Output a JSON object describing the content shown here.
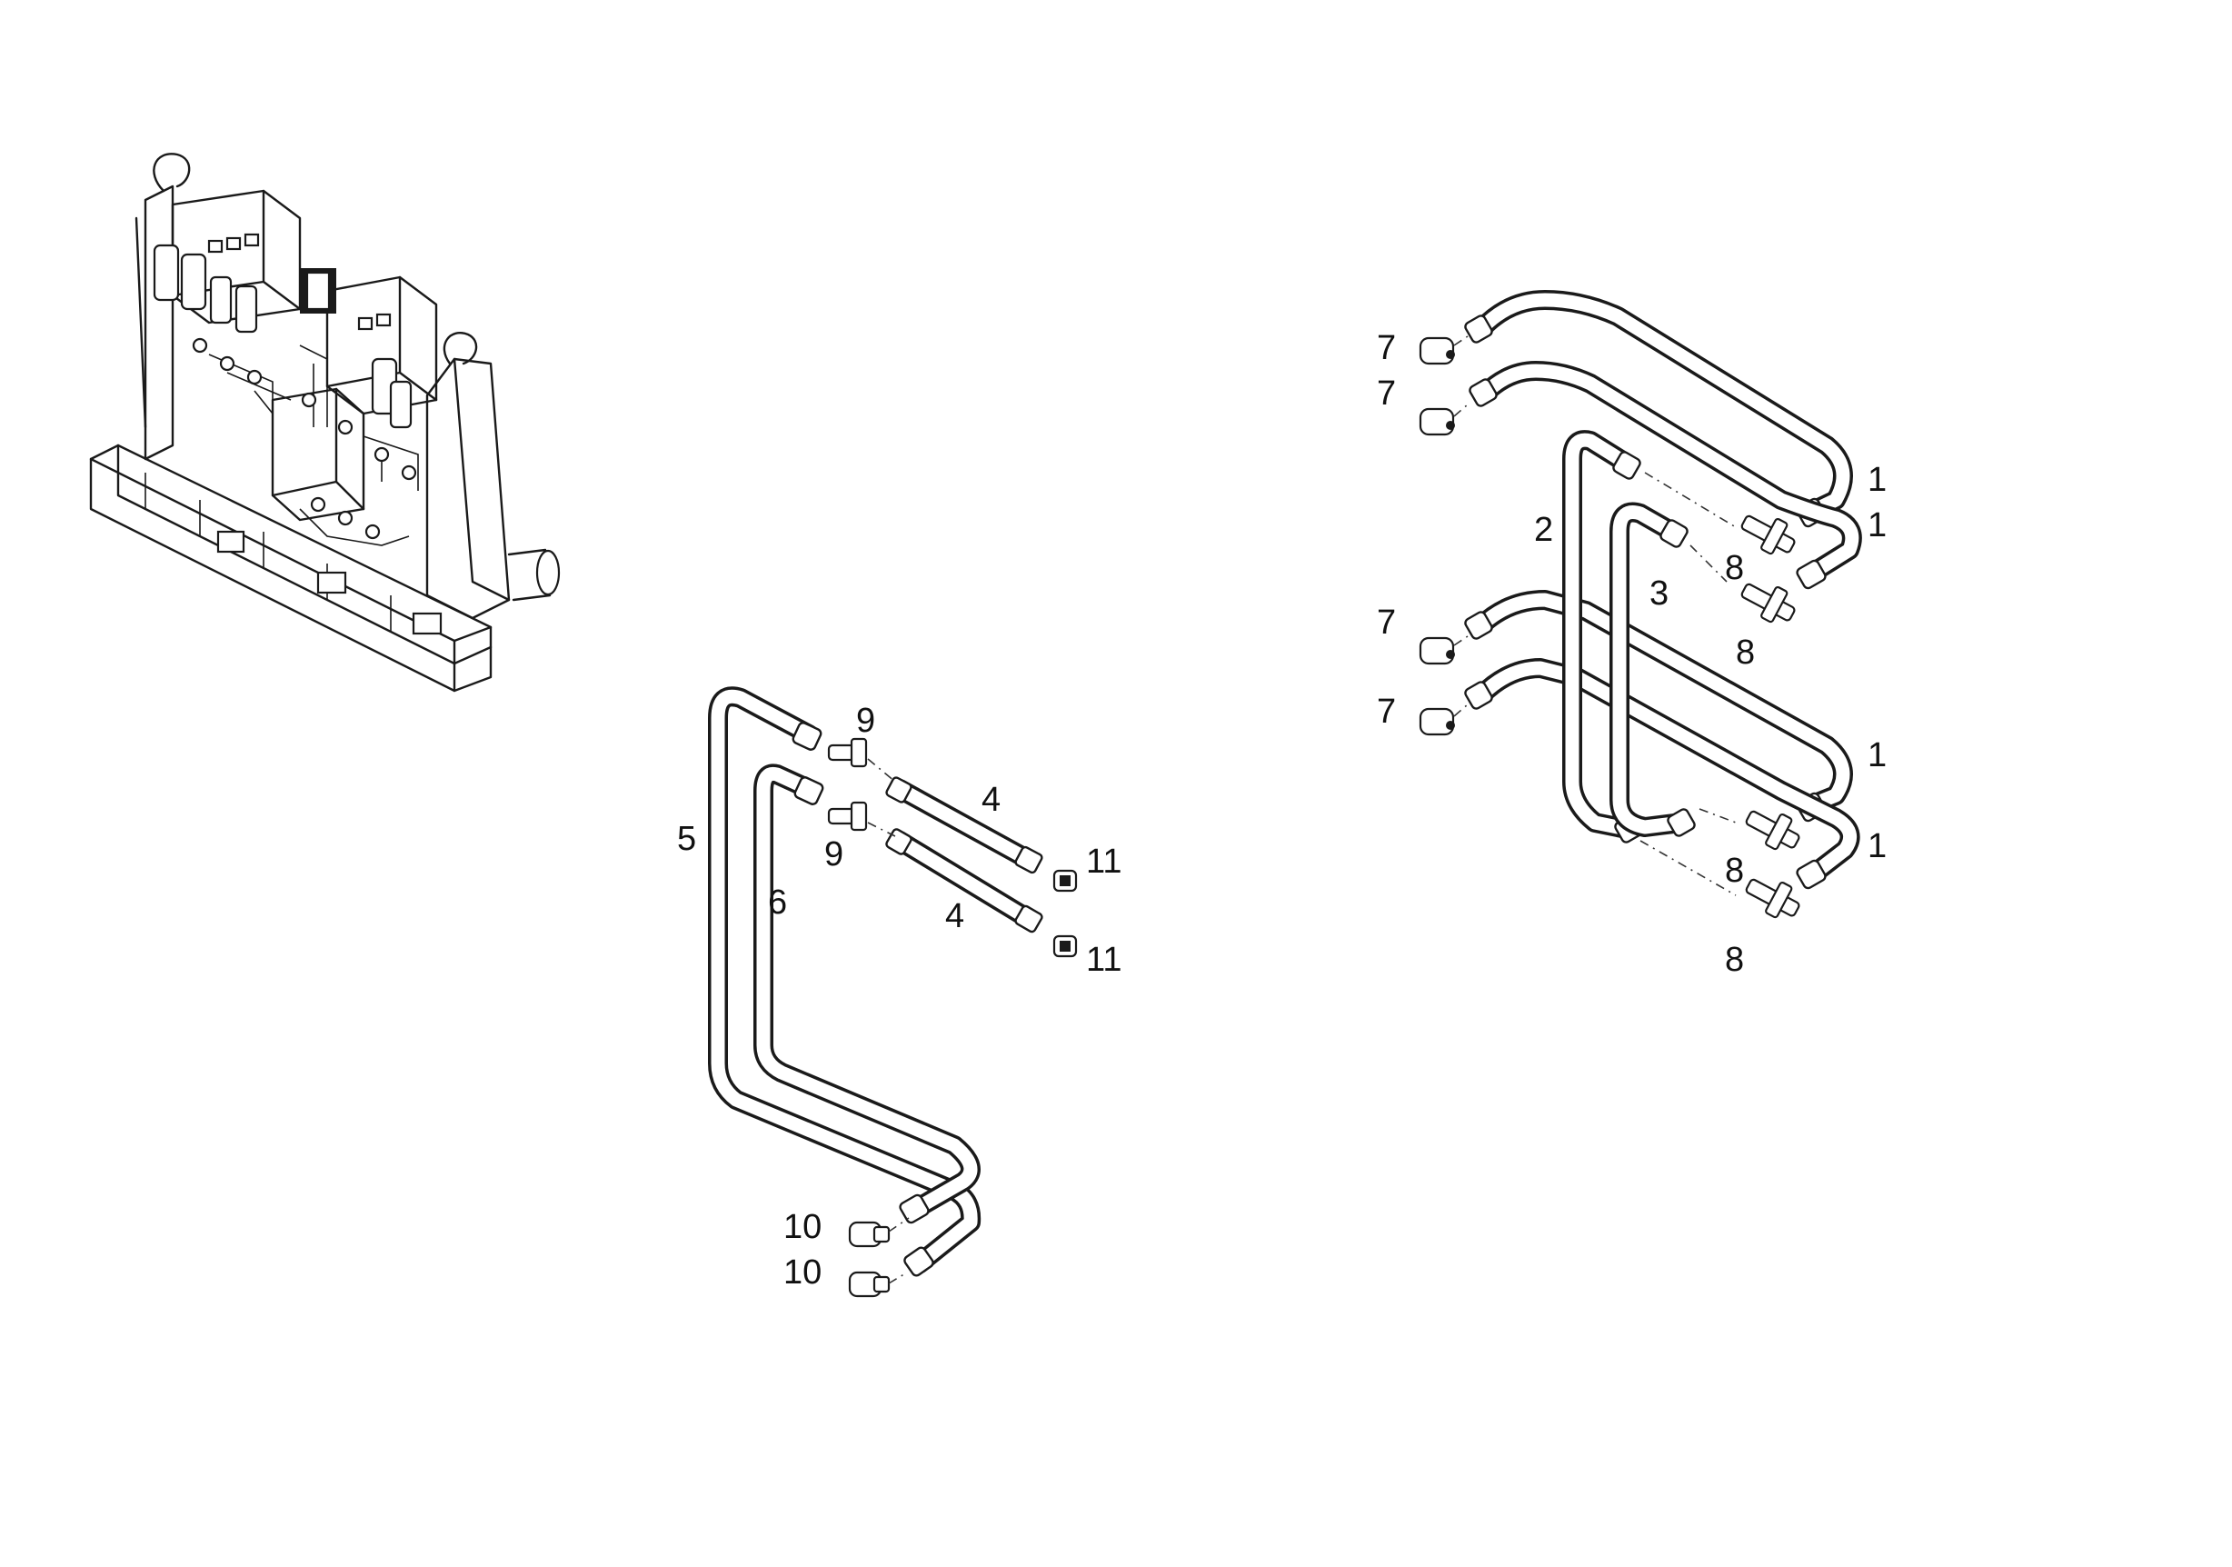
{
  "diagram": {
    "callouts": {
      "c1a": "1",
      "c1b": "1",
      "c1c": "1",
      "c1d": "1",
      "c2": "2",
      "c3": "3",
      "c4a": "4",
      "c4b": "4",
      "c5": "5",
      "c6": "6",
      "c7a": "7",
      "c7b": "7",
      "c7c": "7",
      "c7d": "7",
      "c8a": "8",
      "c8b": "8",
      "c8c": "8",
      "c8d": "8",
      "c9a": "9",
      "c9b": "9",
      "c10a": "10",
      "c10b": "10",
      "c11a": "11",
      "c11b": "11"
    },
    "icons": {
      "overview": "valve-block-assembly-icon",
      "pipe": "hydraulic-pipe-icon",
      "elbow": "elbow-fitting-icon",
      "tee": "tee-fitting-icon",
      "plug": "plug-fitting-icon"
    },
    "colors": {
      "line": "#1a1a1a",
      "background": "#ffffff"
    }
  }
}
